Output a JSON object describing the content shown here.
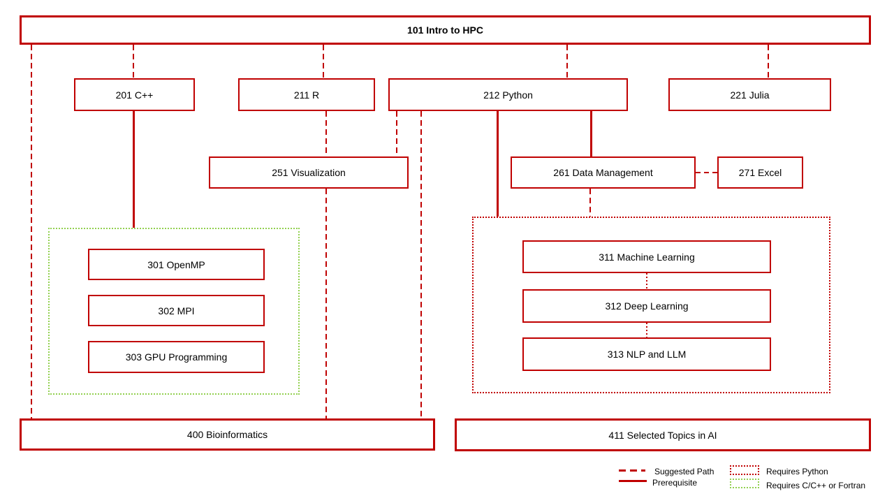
{
  "colors": {
    "line_red": "#C00000",
    "group_green": "#92D050",
    "text": "#000000",
    "background": "#FFFFFF"
  },
  "nodes": {
    "intro": {
      "id": "101",
      "label": "101 Intro to HPC"
    },
    "cpp": {
      "id": "201",
      "label": "201 C++"
    },
    "r": {
      "id": "211",
      "label": "211 R"
    },
    "python": {
      "id": "212",
      "label": "212 Python"
    },
    "julia": {
      "id": "221",
      "label": "221 Julia"
    },
    "vis": {
      "id": "251",
      "label": "251 Visualization"
    },
    "datamgmt": {
      "id": "261",
      "label": "261 Data Management"
    },
    "excel": {
      "id": "271",
      "label": "271 Excel"
    },
    "openmp": {
      "id": "301",
      "label": "301 OpenMP"
    },
    "mpi": {
      "id": "302",
      "label": "302 MPI"
    },
    "gpu": {
      "id": "303",
      "label": "303 GPU Programming"
    },
    "ml": {
      "id": "311",
      "label": "311 Machine Learning"
    },
    "dl": {
      "id": "312",
      "label": "312 Deep Learning"
    },
    "nlp": {
      "id": "313",
      "label": "313 NLP and LLM"
    },
    "bioinf": {
      "id": "400",
      "label": "400 Bioinformatics"
    },
    "ai": {
      "id": "411",
      "label": "411 Selected Topics in AI"
    }
  },
  "groups": {
    "requires_c_fortran": {
      "style": "green-dotted",
      "contains": [
        "301",
        "302",
        "303"
      ]
    },
    "requires_python": {
      "style": "red-dotted",
      "contains": [
        "311",
        "312",
        "313"
      ]
    }
  },
  "edges": [
    {
      "from": "101",
      "to": "201",
      "type": "suggested-path"
    },
    {
      "from": "101",
      "to": "211",
      "type": "suggested-path"
    },
    {
      "from": "101",
      "to": "212",
      "type": "suggested-path"
    },
    {
      "from": "101",
      "to": "221",
      "type": "suggested-path"
    },
    {
      "from": "101",
      "to": "400",
      "type": "suggested-path"
    },
    {
      "from": "211",
      "to": "251",
      "type": "suggested-path"
    },
    {
      "from": "212",
      "to": "251",
      "type": "suggested-path"
    },
    {
      "from": "212",
      "to": "400",
      "type": "suggested-path"
    },
    {
      "from": "251",
      "to": "400",
      "type": "suggested-path"
    },
    {
      "from": "261",
      "to": "271",
      "type": "suggested-path"
    },
    {
      "from": "261",
      "to": "requires_python_group",
      "type": "suggested-path"
    },
    {
      "from": "201",
      "to": "requires_c_fortran_group",
      "type": "prerequisite"
    },
    {
      "from": "212",
      "to": "requires_python_group",
      "type": "prerequisite"
    },
    {
      "from": "212",
      "to": "261",
      "type": "prerequisite"
    },
    {
      "from": "311",
      "to": "312",
      "type": "group-link"
    },
    {
      "from": "312",
      "to": "313",
      "type": "group-link"
    }
  ],
  "legend": {
    "suggested_path": "Suggested Path",
    "prerequisite": "Prerequisite",
    "requires_python": "Requires Python",
    "requires_c_fortran": "Requires C/C++ or Fortran"
  }
}
